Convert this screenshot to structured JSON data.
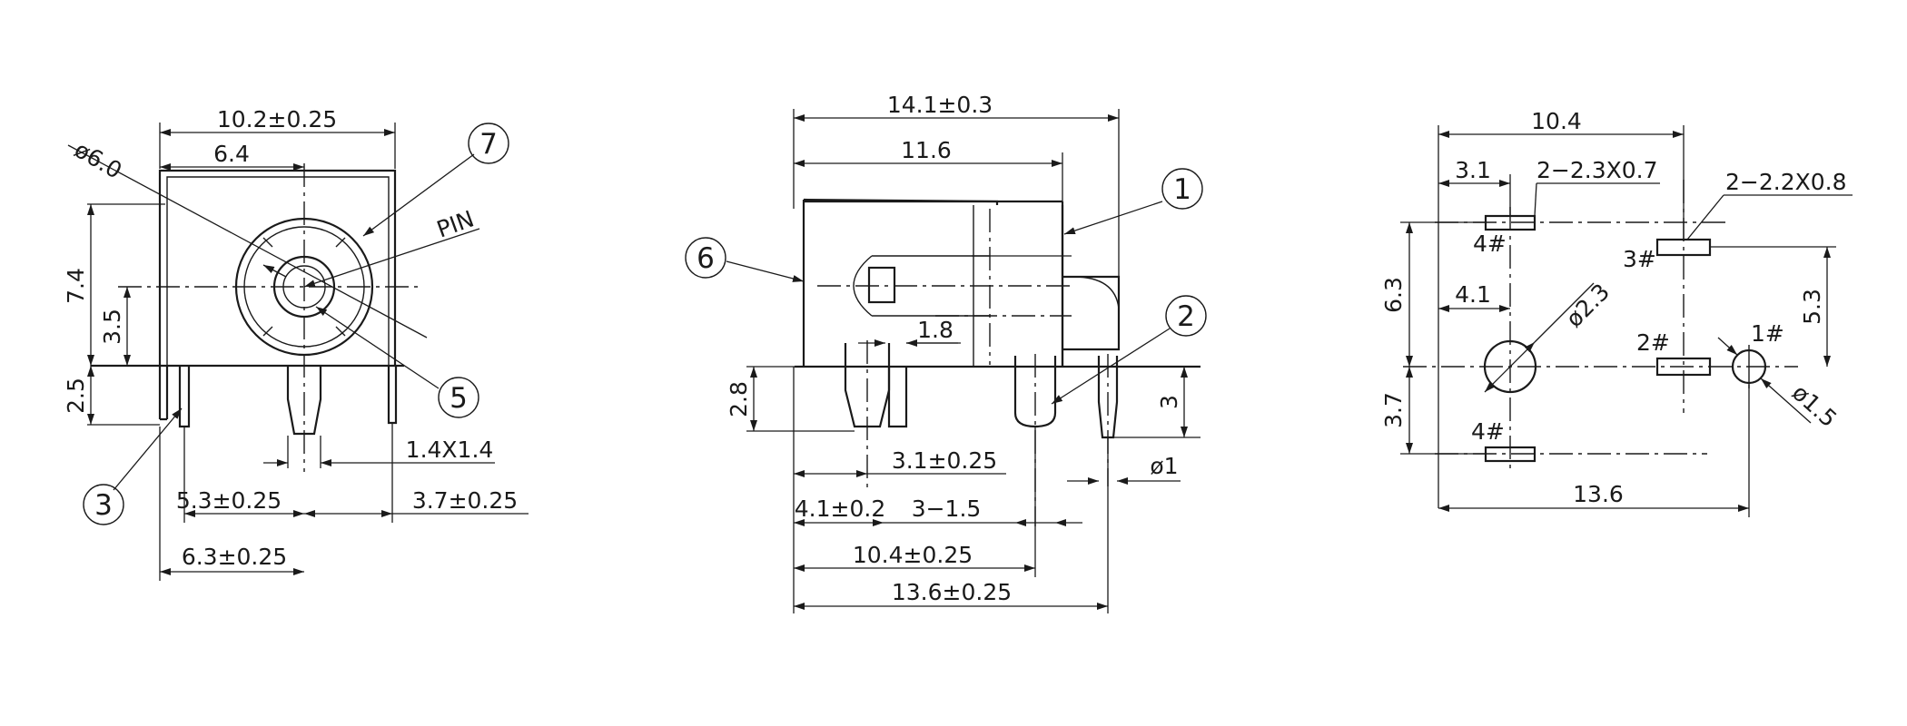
{
  "front_view": {
    "width_overall": "10.2±0.25",
    "center_offset": "6.4",
    "socket_diameter": "ø6.0",
    "pin_label": "PIN",
    "height_overall": "7.4",
    "center_height": "3.5",
    "lead_length": "2.5",
    "pin_section": "1.4X1.4",
    "left_pin_to_center": "5.3±0.25",
    "center_to_right": "3.7±0.25",
    "body_left_to_center": "6.3±0.25"
  },
  "side_view": {
    "length_overall": "14.1±0.3",
    "body_length": "11.6",
    "slot_width": "1.8",
    "lead_length": "2.8",
    "lead_offset": "3.1±0.25",
    "first_pin_offset": "4.1±0.2",
    "pin_spec": "3−1.5",
    "pin_spacing": "10.4±0.25",
    "total_pin_span": "13.6±0.25",
    "right_lead_length": "3",
    "pin_diameter": "ø1"
  },
  "footprint": {
    "width_overall": "10.4",
    "pad_offset": "3.1",
    "slot_pads_a": "2−2.3X0.7",
    "slot_pads_b": "2−2.2X0.8",
    "upper_height": "6.3",
    "hole_offset": "4.1",
    "hole_diameter": "ø2.3",
    "right_height": "5.3",
    "lower_height": "3.7",
    "pin_span": "13.6",
    "pin1_diameter": "ø1.5",
    "pads": [
      "1#",
      "2#",
      "3#",
      "4#",
      "4#"
    ]
  },
  "callouts": [
    "1",
    "2",
    "3",
    "5",
    "6",
    "7"
  ]
}
